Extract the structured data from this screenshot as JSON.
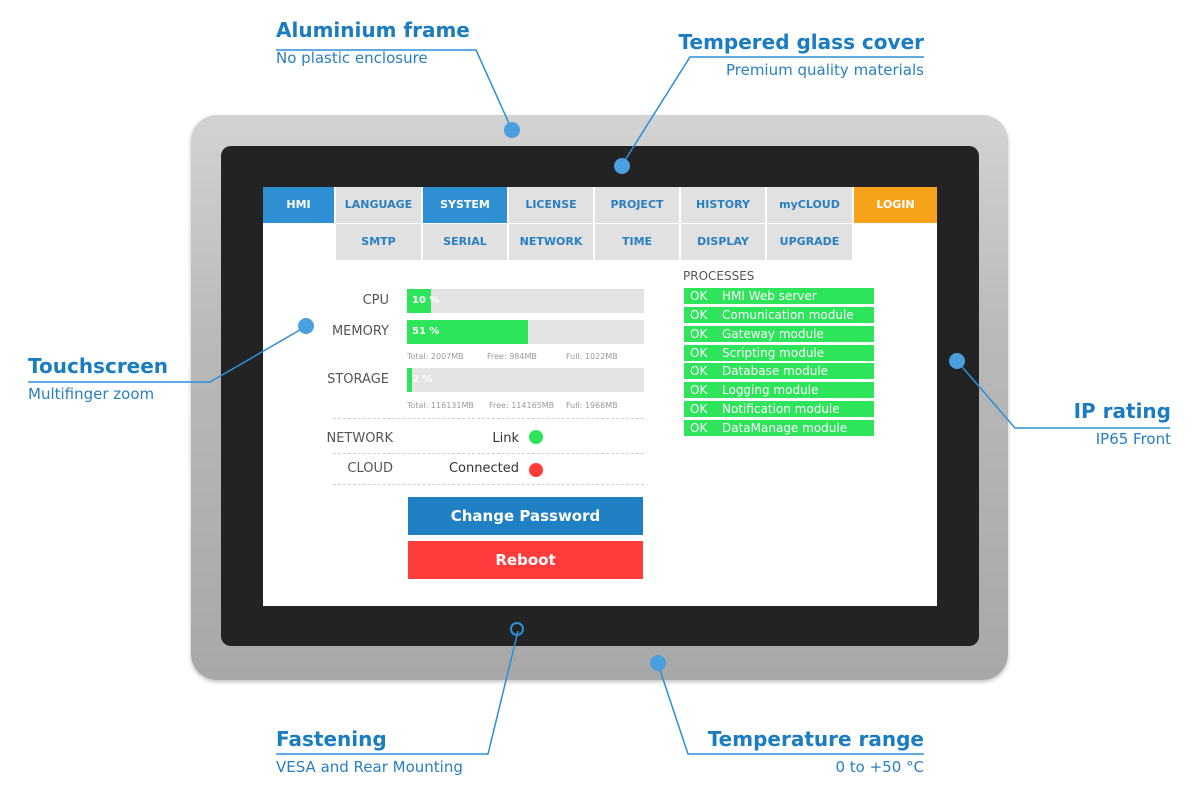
{
  "callouts": {
    "aluminium": {
      "title": "Aluminium frame",
      "subtitle": "No plastic enclosure"
    },
    "glass": {
      "title": "Tempered glass cover",
      "subtitle": "Premium quality materials"
    },
    "touch": {
      "title": "Touchscreen",
      "subtitle": "Multifinger zoom"
    },
    "ip": {
      "title": "IP rating",
      "subtitle": "IP65 Front"
    },
    "fastening": {
      "title": "Fastening",
      "subtitle": "VESA and Rear Mounting"
    },
    "temperature": {
      "title": "Temperature range",
      "subtitle": "0 to +50 °C"
    }
  },
  "colors": {
    "accent": "#1a7cc1",
    "active_tab": "#2f8fd3",
    "login": "#f7a21b",
    "ok_green": "#2de45a",
    "reboot": "#ff3b3b",
    "change_password": "#1f80c4"
  },
  "nav": {
    "row1": [
      "HMI",
      "LANGUAGE",
      "SYSTEM",
      "LICENSE",
      "PROJECT",
      "HISTORY",
      "myCLOUD",
      "LOGIN"
    ],
    "row2": [
      "SMTP",
      "SERIAL",
      "NETWORK",
      "TIME",
      "DISPLAY",
      "UPGRADE"
    ]
  },
  "system": {
    "cpu": {
      "label": "CPU",
      "percent_text": "10 %",
      "value": 10
    },
    "memory": {
      "label": "MEMORY",
      "percent_text": "51 %",
      "value": 51,
      "total": "Total: 2007MB",
      "free": "Free: 984MB",
      "full": "Full: 1022MB"
    },
    "storage": {
      "label": "STORAGE",
      "percent_text": "2 %",
      "value": 2,
      "total": "Total: 116131MB",
      "free": "Free: 114165MB",
      "full": "Full: 1966MB"
    },
    "network": {
      "label": "NETWORK",
      "status": "Link",
      "dot_color": "#2de45a"
    },
    "cloud": {
      "label": "CLOUD",
      "status": "Connected",
      "dot_color": "#ff3b3b"
    },
    "change_password": "Change Password",
    "reboot": "Reboot"
  },
  "processes": {
    "title": "PROCESSES",
    "items": [
      {
        "status": "OK",
        "name": "HMI Web server"
      },
      {
        "status": "OK",
        "name": "Comunication module"
      },
      {
        "status": "OK",
        "name": "Gateway module"
      },
      {
        "status": "OK",
        "name": "Scripting module"
      },
      {
        "status": "OK",
        "name": "Database module"
      },
      {
        "status": "OK",
        "name": "Logging module"
      },
      {
        "status": "OK",
        "name": "Notification module"
      },
      {
        "status": "OK",
        "name": "DataManage module"
      }
    ]
  }
}
